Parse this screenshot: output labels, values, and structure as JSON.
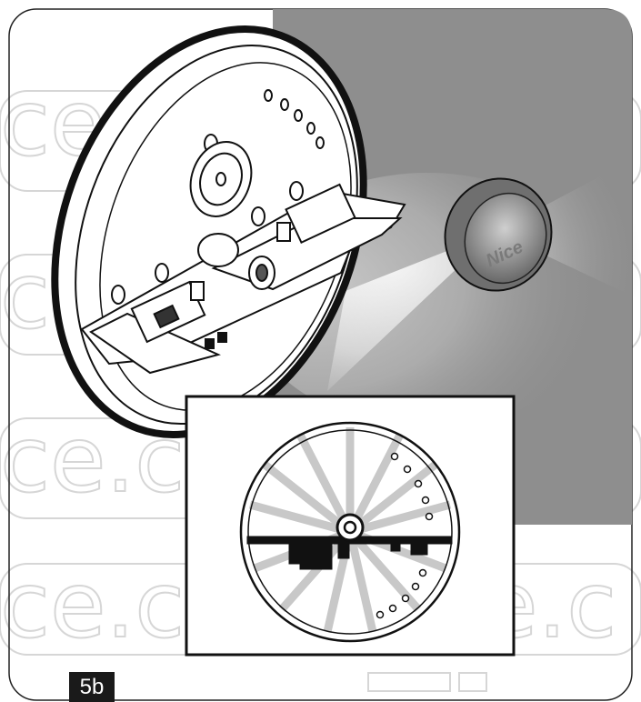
{
  "figure": {
    "label": "5b",
    "photocell_logo": "Nice",
    "watermark_text": "Nice"
  },
  "colors": {
    "wall": "#8e8e8e",
    "outline": "#111111",
    "beam": "#c4c4c4",
    "label_bg": "#1a1a1a",
    "watermark": "#cfcfcf"
  }
}
